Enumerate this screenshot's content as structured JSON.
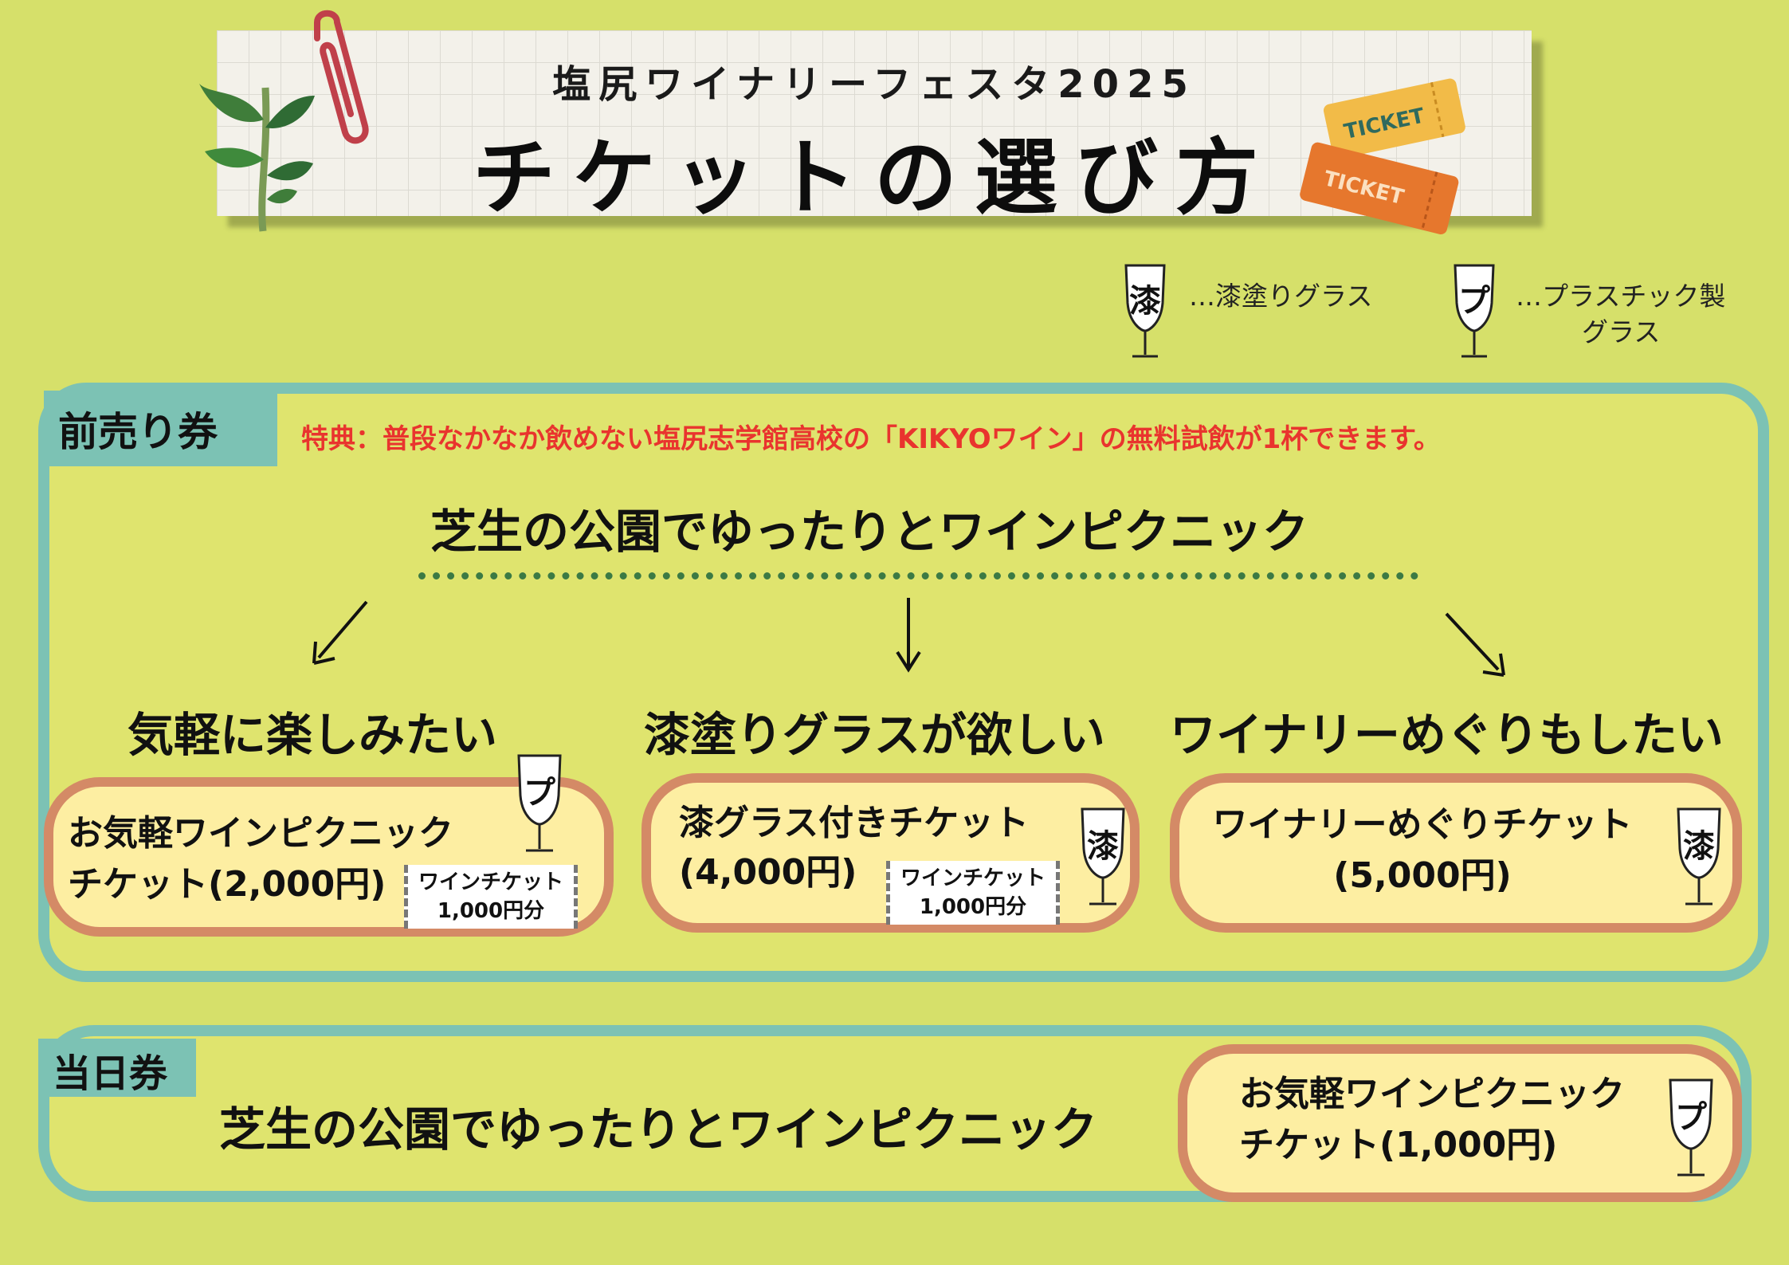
{
  "header": {
    "event_name": "塩尻ワイナリーフェスタ2025",
    "title": "チケットの選び方",
    "ticket_decor_text": "TICKET"
  },
  "legend": {
    "lacquer_icon_char": "漆",
    "lacquer_text": "…漆塗りグラス",
    "plastic_icon_char": "プ",
    "plastic_text_line1": "…プラスチック製",
    "plastic_text_line2": "グラス"
  },
  "advance": {
    "tag": "前売り券",
    "benefit": "特典：普段なかなか飲めない塩尻志学館高校の「KIKYOワイン」の無料試飲が1杯できます。",
    "headline": "芝生の公園でゆったりとワインピクニック",
    "options": [
      {
        "heading": "気軽に楽しみたい",
        "ticket_line1": "お気軽ワインピクニック",
        "ticket_line2": "チケット(2,000円)",
        "glass": "プ",
        "stub_line1": "ワインチケット",
        "stub_line2": "1,000円分"
      },
      {
        "heading": "漆塗りグラスが欲しい",
        "ticket_line1": "漆グラス付きチケット",
        "ticket_line2": "(4,000円)",
        "glass": "漆",
        "stub_line1": "ワインチケット",
        "stub_line2": "1,000円分"
      },
      {
        "heading": "ワイナリーめぐりもしたい",
        "ticket_line1": "ワイナリーめぐりチケット",
        "ticket_line2": "(5,000円)",
        "glass": "漆"
      }
    ]
  },
  "sameday": {
    "tag": "当日券",
    "headline": "芝生の公園でゆったりとワインピクニック",
    "ticket_line1": "お気軽ワインピクニック",
    "ticket_line2": "チケット(1,000円)",
    "glass": "プ"
  },
  "colors": {
    "background": "#d6e06a",
    "frame": "#7cc2b4",
    "ticket_border": "#d48a66",
    "ticket_fill": "#fdeea2",
    "benefit_text": "#e9342e"
  }
}
